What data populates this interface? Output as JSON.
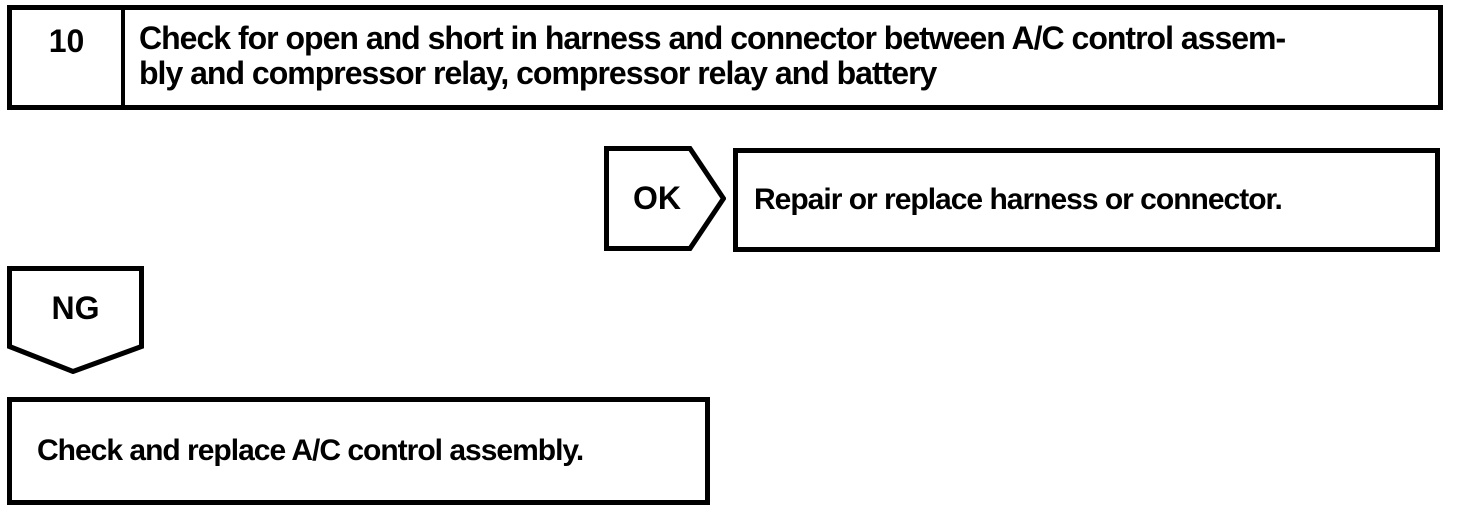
{
  "step": {
    "number": "10",
    "instruction_lines": [
      "Check for open and short in harness and connector between A/C control assem-",
      "bly and compressor relay, compressor relay and battery"
    ]
  },
  "ok_branch": {
    "label": "OK",
    "action": "Repair or replace harness or connector."
  },
  "ng_branch": {
    "label": "NG",
    "action": "Check and replace A/C control assembly."
  },
  "colors": {
    "ink": "#000000",
    "paper": "#ffffff"
  }
}
